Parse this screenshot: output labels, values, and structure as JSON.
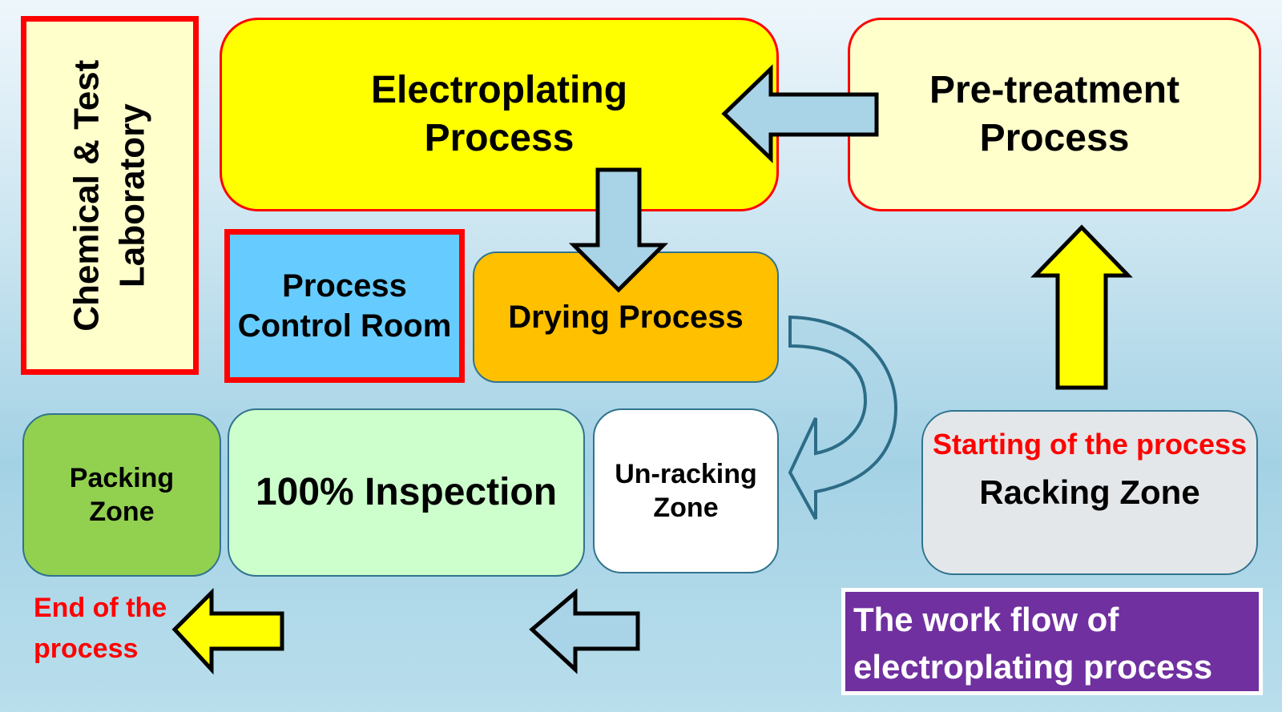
{
  "title": {
    "line1": "The work flow of",
    "line2": "electroplating process"
  },
  "nodes": {
    "laboratory": {
      "line1": "Chemical & Test",
      "line2": "Laboratory",
      "color": "#ffffcc",
      "border": "#ff0000"
    },
    "electroplating": {
      "line1": "Electroplating",
      "line2": "Process",
      "color": "#ffff00",
      "border": "#ff0000"
    },
    "pretreatment": {
      "line1": "Pre-treatment",
      "line2": "Process",
      "color": "#ffffcc",
      "border": "#ff0000"
    },
    "control_room": {
      "line1": "Process",
      "line2": "Control Room",
      "color": "#66ccff",
      "border": "#ff0000"
    },
    "drying": {
      "label": "Drying Process",
      "color": "#ffc000"
    },
    "packing": {
      "line1": "Packing",
      "line2": "Zone",
      "color": "#92d050"
    },
    "inspection": {
      "label": "100% Inspection",
      "color": "#ccffcc"
    },
    "unracking": {
      "line1": "Un-racking",
      "line2": "Zone",
      "color": "#ffffff"
    },
    "racking": {
      "note": "Starting of the process",
      "label": "Racking Zone",
      "color": "#e4e7e9"
    }
  },
  "end_label": {
    "line1": "End of the",
    "line2": "process"
  },
  "flow": [
    {
      "from": "racking",
      "to": "pretreatment",
      "arrow": "up",
      "color": "#ffff00"
    },
    {
      "from": "pretreatment",
      "to": "electroplating",
      "arrow": "left",
      "color": "#a9d3e6"
    },
    {
      "from": "electroplating",
      "to": "drying",
      "arrow": "down",
      "color": "#a9d3e6"
    },
    {
      "from": "drying",
      "to": "unracking",
      "arrow": "curved",
      "color": "#a9d3e6"
    },
    {
      "from": "unracking",
      "to": "inspection",
      "arrow": "left",
      "color": "#a9d3e6"
    },
    {
      "from": "packing",
      "to": "end",
      "arrow": "left",
      "color": "#ffff00"
    }
  ],
  "colors": {
    "title_bg": "#7030a0",
    "accent_red": "#ff0000",
    "outline_teal": "#31738f"
  }
}
